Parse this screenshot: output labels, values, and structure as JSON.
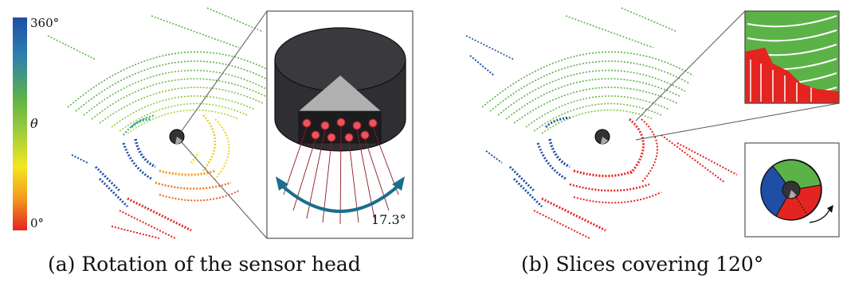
{
  "figure": {
    "panel_a": {
      "caption": "(a) Rotation of the sensor head",
      "colorbar": {
        "top_label": "360°",
        "bottom_label": "0°",
        "variable": "θ",
        "colors": [
          "#1e4fa5",
          "#2e7fb0",
          "#5bb347",
          "#a6cf3a",
          "#f2e71f",
          "#f39a1f",
          "#e42420"
        ]
      },
      "inset_angle": "17.3°"
    },
    "panel_b": {
      "caption": "(b) Slices covering 120°",
      "slice_colors": [
        "#1e4fa5",
        "#5bb347",
        "#e42420"
      ]
    }
  }
}
